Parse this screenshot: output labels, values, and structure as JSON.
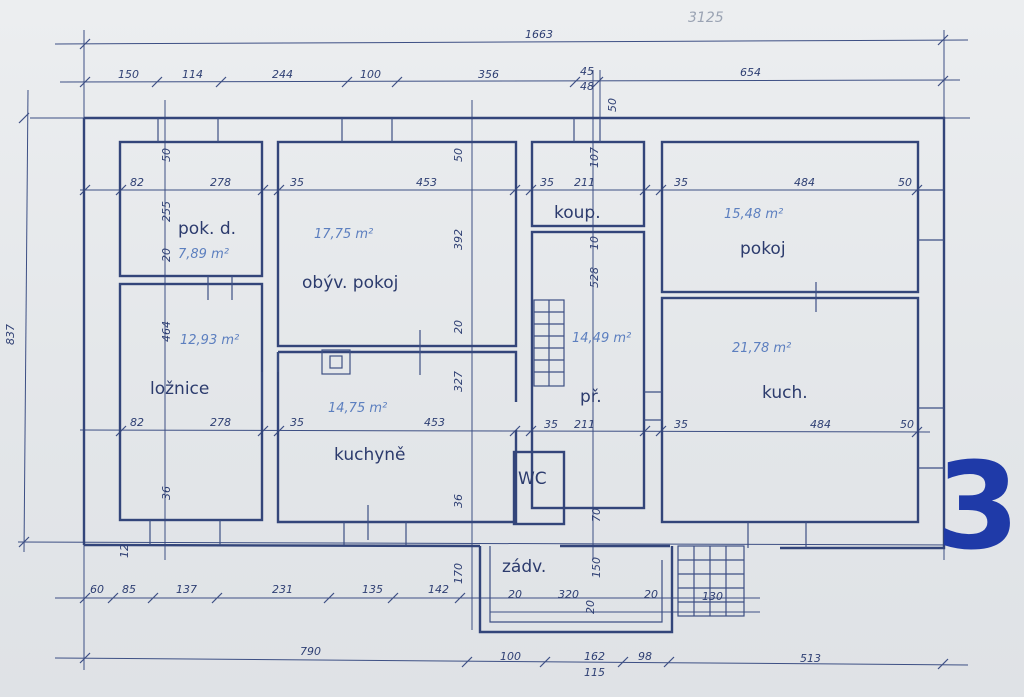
{
  "sheet_number": "3",
  "pencil_note": "3125",
  "colors": {
    "ink": "#33457a",
    "area_ink": "#5c7fbf",
    "stamp": "#1f3aa8"
  },
  "rooms": {
    "pok_d": {
      "label": "pok. d.",
      "area": "7,89 m²"
    },
    "obyv": {
      "label": "obýv. pokoj",
      "area": "17,75 m²"
    },
    "loznice": {
      "label": "ložnice",
      "area": "12,93 m²"
    },
    "kuchyne": {
      "label": "kuchyně",
      "area": "14,75 m²"
    },
    "koup": {
      "label": "koup."
    },
    "pr": {
      "label": "př.",
      "area": "14,49 m²"
    },
    "wc": {
      "label": "WC"
    },
    "zadv": {
      "label": "zádv."
    },
    "pokoj": {
      "label": "pokoj",
      "area": "15,48 m²"
    },
    "kuch": {
      "label": "kuch.",
      "area": "21,78 m²"
    }
  },
  "dims": {
    "overall_width": "1663",
    "overall_height": "837",
    "top_150": "150",
    "top_114": "114",
    "top_244": "244",
    "top_100": "100",
    "top_356": "356",
    "top_45": "45",
    "top_48": "48",
    "top_654": "654",
    "v_50a": "50",
    "v_50b": "50",
    "v_107": "107",
    "v_50c": "50",
    "d_82a": "82",
    "d_278a": "278",
    "d_35a": "35",
    "d_453a": "453",
    "d_35b": "35",
    "d_211a": "211",
    "d_35c": "35",
    "d_484a": "484",
    "d_50a": "50",
    "v_255": "255",
    "v_20a": "20",
    "v_392": "392",
    "v_20b": "20",
    "v_10": "10",
    "v_528": "528",
    "v_464": "464",
    "v_327": "327",
    "d_82b": "82",
    "d_278b": "278",
    "d_35d": "35",
    "d_453b": "453",
    "d_35e": "35",
    "d_211b": "211",
    "d_35f": "35",
    "d_484b": "484",
    "d_50b": "50",
    "v_36a": "36",
    "v_36b": "36",
    "v_70": "70",
    "v_12": "12",
    "v_170": "170",
    "v_150": "150",
    "b_60": "60",
    "b_85": "85",
    "b_137": "137",
    "b_231": "231",
    "b_135": "135",
    "b_142": "142",
    "b_20a": "20",
    "b_320": "320",
    "b_20b": "20",
    "b_20c": "20",
    "b_130": "130",
    "b_790": "790",
    "b_100": "100",
    "b_162": "162",
    "b_115": "115",
    "b_98": "98",
    "b_513": "513"
  }
}
